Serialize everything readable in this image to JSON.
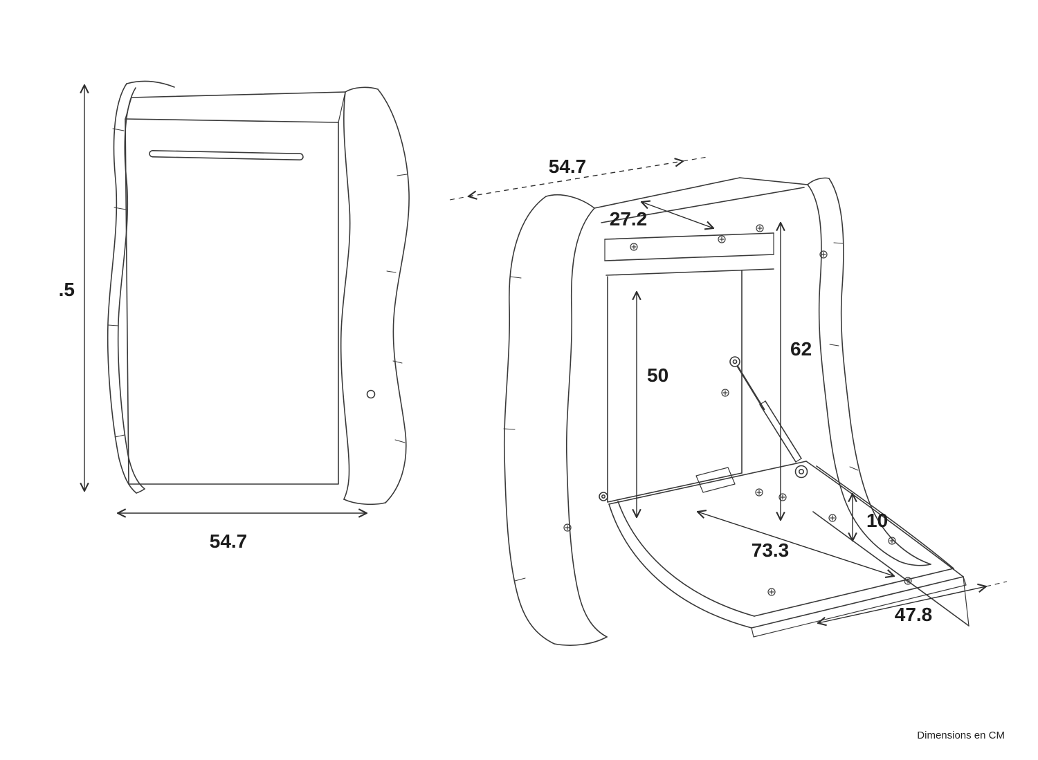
{
  "caption": "Dimensions en CM",
  "closed_view": {
    "height": ".5",
    "width": "54.7"
  },
  "open_view": {
    "top_width": "54.7",
    "top_depth": "27.2",
    "inner_height": "50",
    "total_height": "62",
    "rim_height": "10",
    "table_width": "73.3",
    "table_depth": "47.8"
  }
}
